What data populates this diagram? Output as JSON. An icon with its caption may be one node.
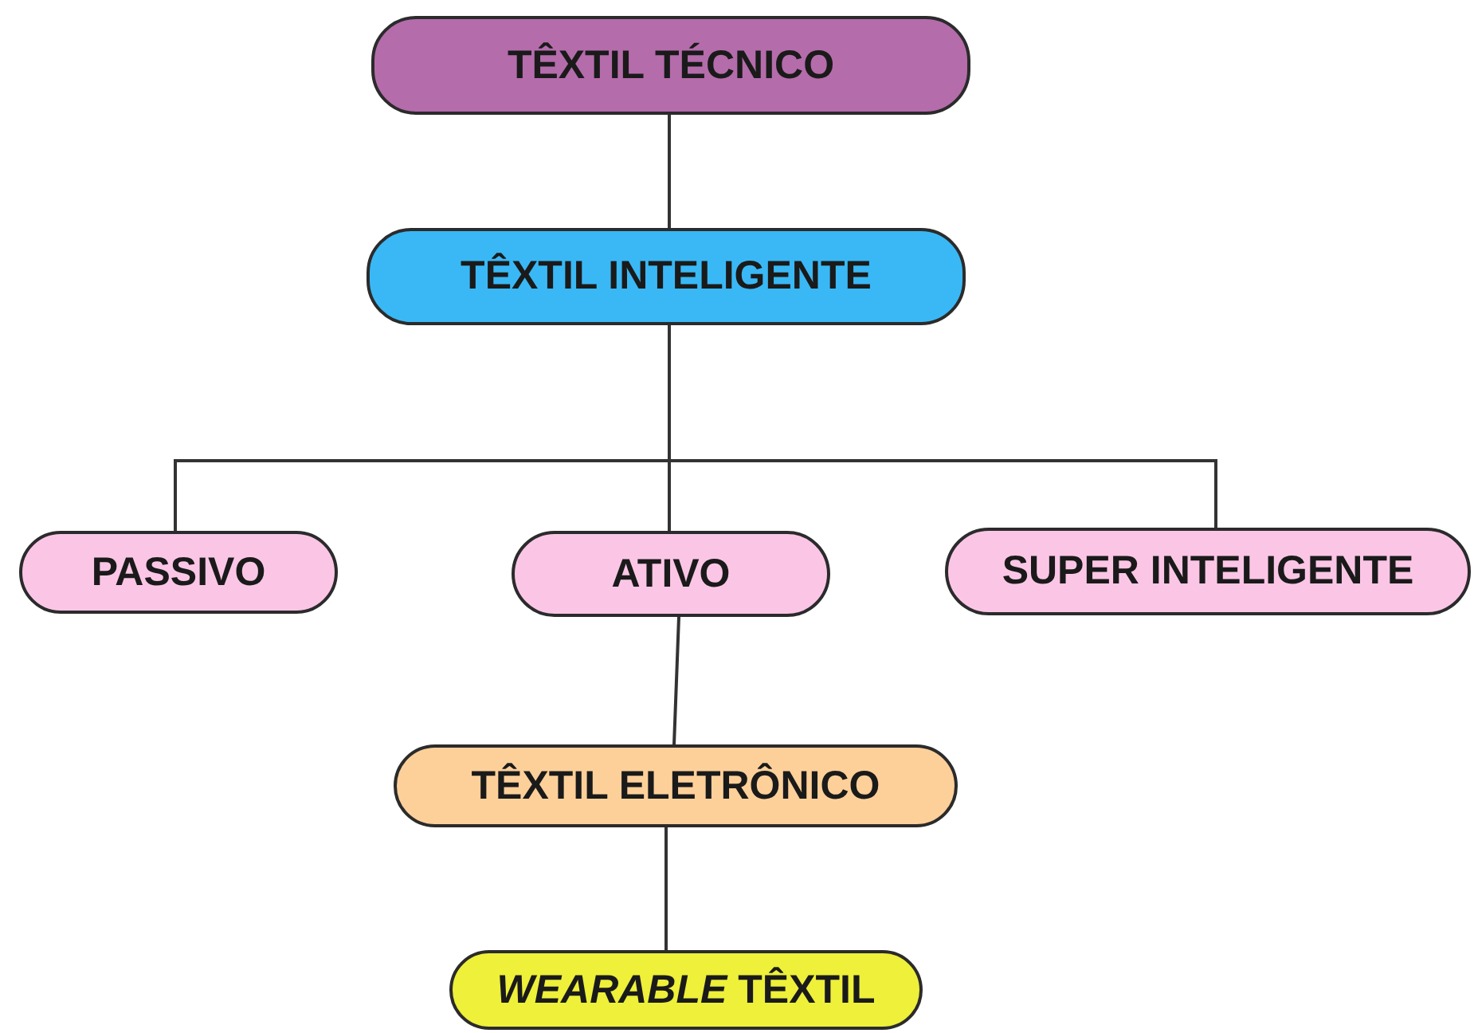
{
  "diagram": {
    "nodes": [
      {
        "text": [
          "TÊXTIL TÉCNICO"
        ]
      },
      {
        "text": [
          "TÊXTIL INTELIGENTE"
        ]
      },
      {
        "text": [
          "PASSIVO"
        ]
      },
      {
        "text": [
          "ATIVO"
        ]
      },
      {
        "text": [
          "SUPER INTELIGENTE"
        ]
      },
      {
        "text": [
          "TÊXTIL ELETRÔNICO"
        ]
      },
      {
        "text": [
          "*WEARABLE* TÊXTIL"
        ]
      }
    ],
    "edges": [
      {
        "from": 0,
        "to": 1,
        "arrow": "none"
      },
      {
        "from": 1,
        "to": 2,
        "arrow": "none"
      },
      {
        "from": 1,
        "to": 3,
        "arrow": "none"
      },
      {
        "from": 1,
        "to": 4,
        "arrow": "none"
      },
      {
        "from": 3,
        "to": 5,
        "arrow": "none"
      },
      {
        "from": 5,
        "to": 6,
        "arrow": "none"
      }
    ]
  }
}
